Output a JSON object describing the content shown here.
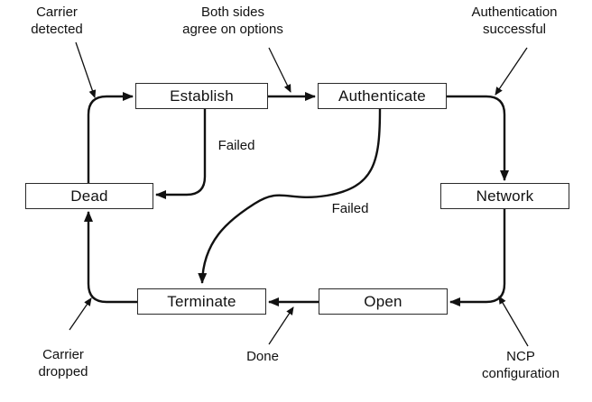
{
  "colors": {
    "background": "#ffffff",
    "line": "#111111",
    "box_fill": "#ffffff",
    "box_border": "#2a2a2a",
    "text": "#111111"
  },
  "states": {
    "establish": "Establish",
    "authenticate": "Authenticate",
    "dead": "Dead",
    "network": "Network",
    "terminate": "Terminate",
    "open": "Open"
  },
  "labels": {
    "carrier_detected": "Carrier\ndetected",
    "both_sides": "Both sides\nagree on options",
    "auth_successful": "Authentication\nsuccessful",
    "failed_establish": "Failed",
    "failed_authenticate": "Failed",
    "carrier_dropped": "Carrier\ndropped",
    "done": "Done",
    "ncp_configuration": "NCP\nconfiguration"
  }
}
